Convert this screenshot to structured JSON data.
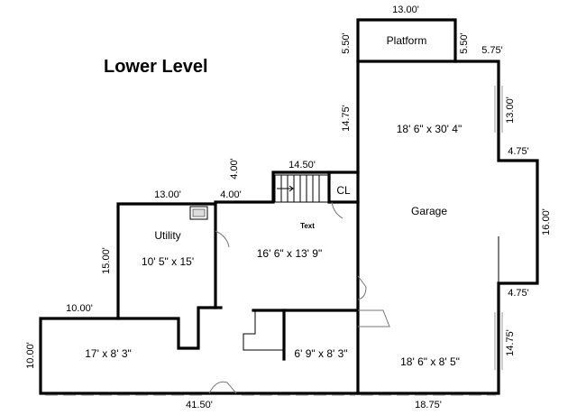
{
  "title": "Lower Level",
  "rooms": {
    "platform": "Platform",
    "garage": "Garage",
    "garage_dims": "18' 6\" x 30' 4\"",
    "garage_lower_dims": "18' 6\" x 8' 5\"",
    "utility": "Utility",
    "utility_dims": "10' 5\" x 15'",
    "main_dims": "16' 6\" x 13' 9\"",
    "left_dims": "17' x 8' 3\"",
    "center_dims": "6' 9\" x 8' 3\"",
    "closet": "CL",
    "text_label": "Text"
  },
  "dims": {
    "platform_top": "13.00'",
    "platform_left": "5.50'",
    "platform_right": "5.50'",
    "garage_right_top": "5.75'",
    "garage_left": "14.75'",
    "garage_right_window": "13.00'",
    "bump_top": "4.75'",
    "bump_side": "16.00'",
    "bump_bottom": "4.75'",
    "garage_right_lower": "14.75'",
    "garage_bottom": "18.75'",
    "stair_top": "14.50'",
    "stair_left": "4.00'",
    "stair_step": "4.00'",
    "utility_top": "13.00'",
    "utility_left": "15.00'",
    "left_top": "10.00'",
    "left_side": "10.00'",
    "bottom": "41.50'"
  }
}
